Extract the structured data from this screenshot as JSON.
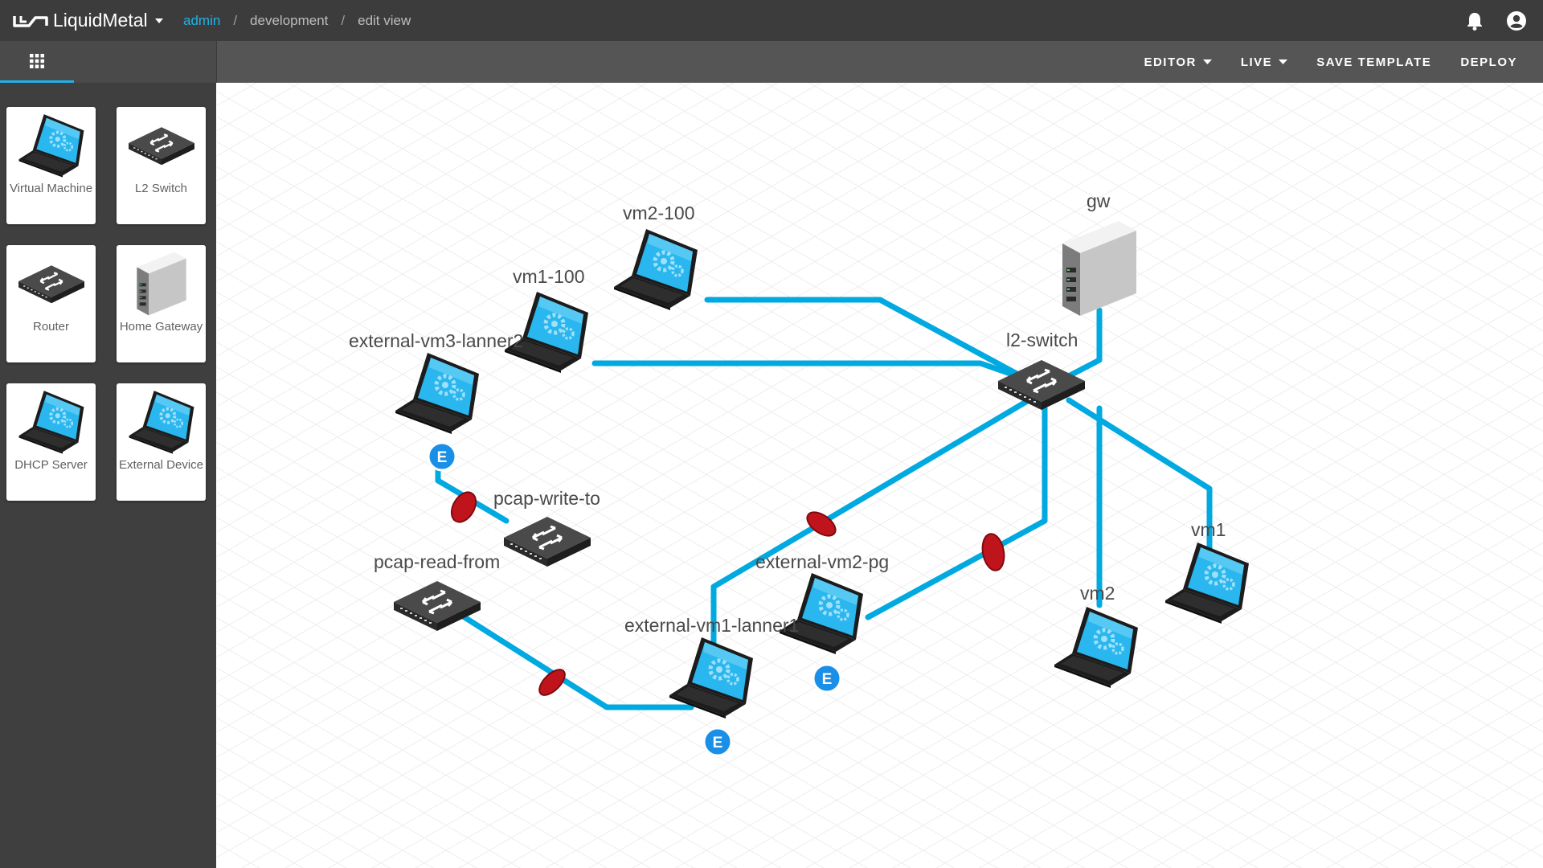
{
  "app": {
    "brand": "LiquidMetal",
    "breadcrumb": [
      "admin",
      "development",
      "edit view"
    ]
  },
  "toolbar": {
    "editor": "EDITOR",
    "live": "LIVE",
    "save_template": "SAVE TEMPLATE",
    "deploy": "DEPLOY"
  },
  "palette": {
    "items": [
      {
        "label": "Virtual Machine",
        "icon": "laptop-icon"
      },
      {
        "label": "L2 Switch",
        "icon": "switch-icon"
      },
      {
        "label": "Router",
        "icon": "router-icon"
      },
      {
        "label": "Home Gateway",
        "icon": "gateway-icon"
      },
      {
        "label": "DHCP Server",
        "icon": "laptop-icon"
      },
      {
        "label": "External Device",
        "icon": "laptop-icon"
      }
    ]
  },
  "topology": {
    "nodes": {
      "vm2_100": "vm2-100",
      "vm1_100": "vm1-100",
      "ext_vm3": "external-vm3-lanner2",
      "gw": "gw",
      "l2_switch": "l2-switch",
      "pcap_write": "pcap-write-to",
      "pcap_read": "pcap-read-from",
      "ext_vm2": "external-vm2-pg",
      "ext_vm1": "external-vm1-lanner1",
      "vm1": "vm1",
      "vm2": "vm2"
    },
    "external_badge": "E"
  },
  "colors": {
    "accent": "#1fb3e6",
    "link": "#00a9e0",
    "capture": "#c0141c",
    "topbar": "#3c3c3c",
    "sidebar": "#3f3f3f"
  }
}
